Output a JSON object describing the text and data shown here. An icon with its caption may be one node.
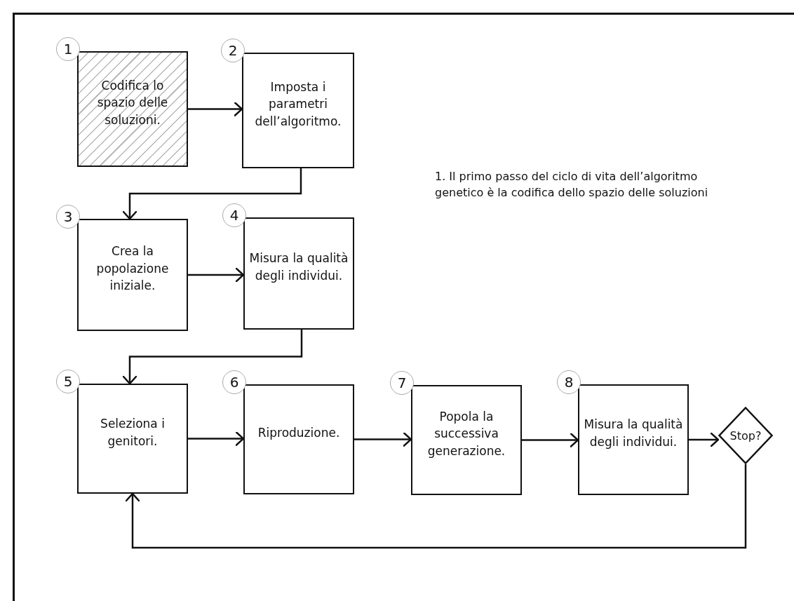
{
  "diagram": {
    "nodes": [
      {
        "text": [
          "1",
          "Codifica lo spazio delle soluzioni."
        ]
      },
      {
        "text": [
          "2",
          "Imposta i parametri dell’algoritmo."
        ]
      },
      {
        "text": [
          "3",
          "Crea la popolazione iniziale."
        ]
      },
      {
        "text": [
          "4",
          "Misura la qualità degli individui."
        ]
      },
      {
        "text": [
          "5",
          "Seleziona i genitori."
        ]
      },
      {
        "text": [
          "6",
          "Riproduzione."
        ]
      },
      {
        "text": [
          "7",
          "Popola la successiva generazione."
        ]
      },
      {
        "text": [
          "8",
          "Misura la qualità degli individui."
        ]
      },
      {
        "text": [
          "Stop?"
        ]
      }
    ],
    "edges": [
      {
        "from": 0,
        "to": 1,
        "arrow": "to"
      },
      {
        "from": 1,
        "to": 2,
        "arrow": "to"
      },
      {
        "from": 2,
        "to": 3,
        "arrow": "to"
      },
      {
        "from": 3,
        "to": 4,
        "arrow": "to"
      },
      {
        "from": 4,
        "to": 5,
        "arrow": "to"
      },
      {
        "from": 5,
        "to": 6,
        "arrow": "to"
      },
      {
        "from": 6,
        "to": 7,
        "arrow": "to"
      },
      {
        "from": 7,
        "to": 8,
        "arrow": "to"
      },
      {
        "from": 8,
        "to": 4,
        "arrow": "to"
      }
    ],
    "labels": [
      "1. Il primo passo del ciclo di vita dell’algoritmo genetico è la codifica dello spazio delle soluzioni"
    ]
  }
}
